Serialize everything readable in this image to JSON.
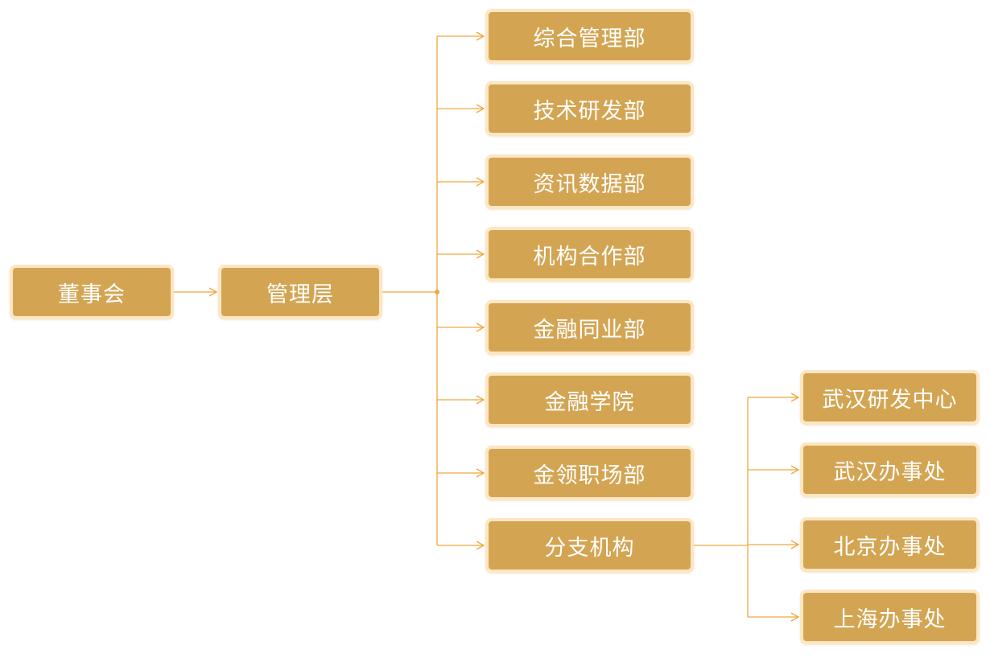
{
  "root": {
    "label": "董事会"
  },
  "management": {
    "label": "管理层"
  },
  "departments": [
    {
      "label": "综合管理部"
    },
    {
      "label": "技术研发部"
    },
    {
      "label": "资讯数据部"
    },
    {
      "label": "机构合作部"
    },
    {
      "label": "金融同业部"
    },
    {
      "label": "金融学院"
    },
    {
      "label": "金领职场部"
    },
    {
      "label": "分支机构"
    }
  ],
  "branches": [
    {
      "label": "武汉研发中心"
    },
    {
      "label": "武汉办事处"
    },
    {
      "label": "北京办事处"
    },
    {
      "label": "上海办事处"
    }
  ],
  "colors": {
    "node_fill": "#d3a553",
    "node_border": "#fde6c3",
    "connector": "#f0a73c",
    "text": "#ffffff"
  }
}
